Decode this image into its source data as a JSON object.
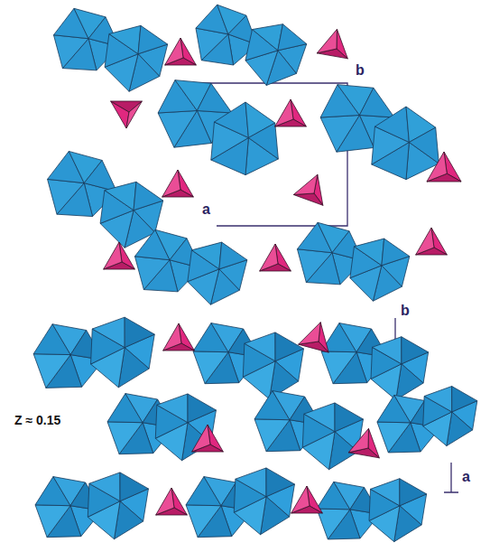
{
  "diagram": {
    "labels": [
      "b",
      "a",
      "b",
      "a",
      "Z ≈ 0.15"
    ]
  }
}
